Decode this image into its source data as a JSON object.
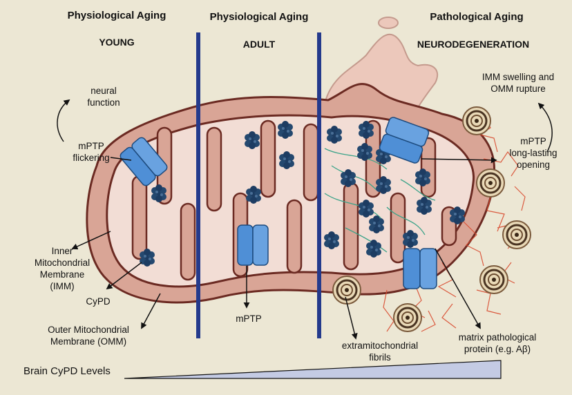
{
  "headers": {
    "young_stage": "Physiological Aging",
    "young_label": "YOUNG",
    "adult_stage": "Physiological Aging",
    "adult_label": "ADULT",
    "neuro_stage": "Pathological Aging",
    "neuro_label": "NEURODEGENERATION"
  },
  "annotations": {
    "neural_function": "neural\nfunction",
    "mptp_flickering": "mPTP\nflickering",
    "inner_membrane": "Inner\nMitochondrial\nMembrane\n(IMM)",
    "cypd": "CyPD",
    "outer_membrane": "Outer Mitochondrial\nMembrane (OMM)",
    "mptp": "mPTP",
    "imm_swelling": "IMM swelling and\nOMM rupture",
    "mptp_long_lasting": "mPTP\nlong-lasting\nopening",
    "extramitochondrial_fibrils": "extramitochondrial\nfibrils",
    "matrix_protein": "matrix pathological\nprotein (e.g. Aβ)"
  },
  "legend": {
    "brain_cypd_levels": "Brain CyPD Levels"
  },
  "colors": {
    "background": "#ece7d4",
    "outer_membrane": "#d9a596",
    "inner_space": "#f2ddd5",
    "membrane_stroke": "#6b2a22",
    "divider": "#243a8c",
    "channel": "#4f8fd6",
    "cypd_cluster": "#1d3c62",
    "fibril": "#d94b2f",
    "gradient_fill": "#c4cbe4"
  }
}
